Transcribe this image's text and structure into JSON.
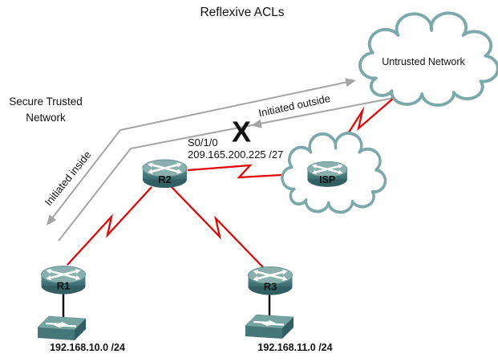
{
  "title": "Reflexive ACLs",
  "colors": {
    "serial_link": "#e60000",
    "flow_arrow": "#a5a5a5",
    "block_x": "#9c9c9c",
    "cloud_stroke": "#7ba8a8",
    "device_top": "#89b0ad",
    "device_body": "#477779",
    "lan_link": "#111111"
  },
  "labels": {
    "secure_network_line1": "Secure Trusted",
    "secure_network_line2": "Network",
    "initiated_inside": "Initiated inside",
    "initiated_outside": "Initiated outside",
    "interface_name": "S0/1/0",
    "interface_ip": "209.165.200.225 /27",
    "block_marker": "X",
    "lan1_subnet": "192.168.10.0 /24",
    "lan2_subnet": "192.168.11.0 /24"
  },
  "nodes": {
    "untrusted_cloud": "Untrusted Network",
    "isp_router": "ISP",
    "router1": "R1",
    "router2": "R2",
    "router3": "R3"
  }
}
